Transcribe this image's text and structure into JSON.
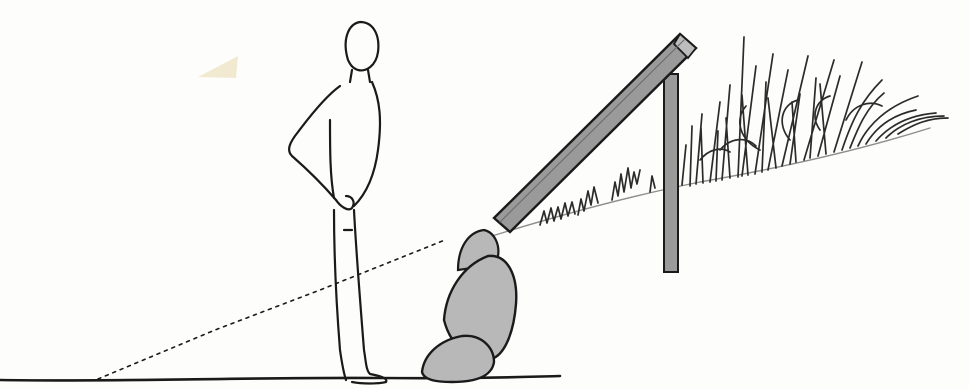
{
  "scene": {
    "subjects": [
      "person",
      "rocks",
      "sloped-post",
      "vertical-post",
      "grass"
    ],
    "colors": {
      "paper": "#fdfdfb",
      "ink": "#1a1a1a",
      "marker_gray": "#9a9a9a",
      "rock_gray": "#b8b8b8",
      "grass_ink": "#2b2b2b",
      "stain": "#efe6c8"
    }
  }
}
